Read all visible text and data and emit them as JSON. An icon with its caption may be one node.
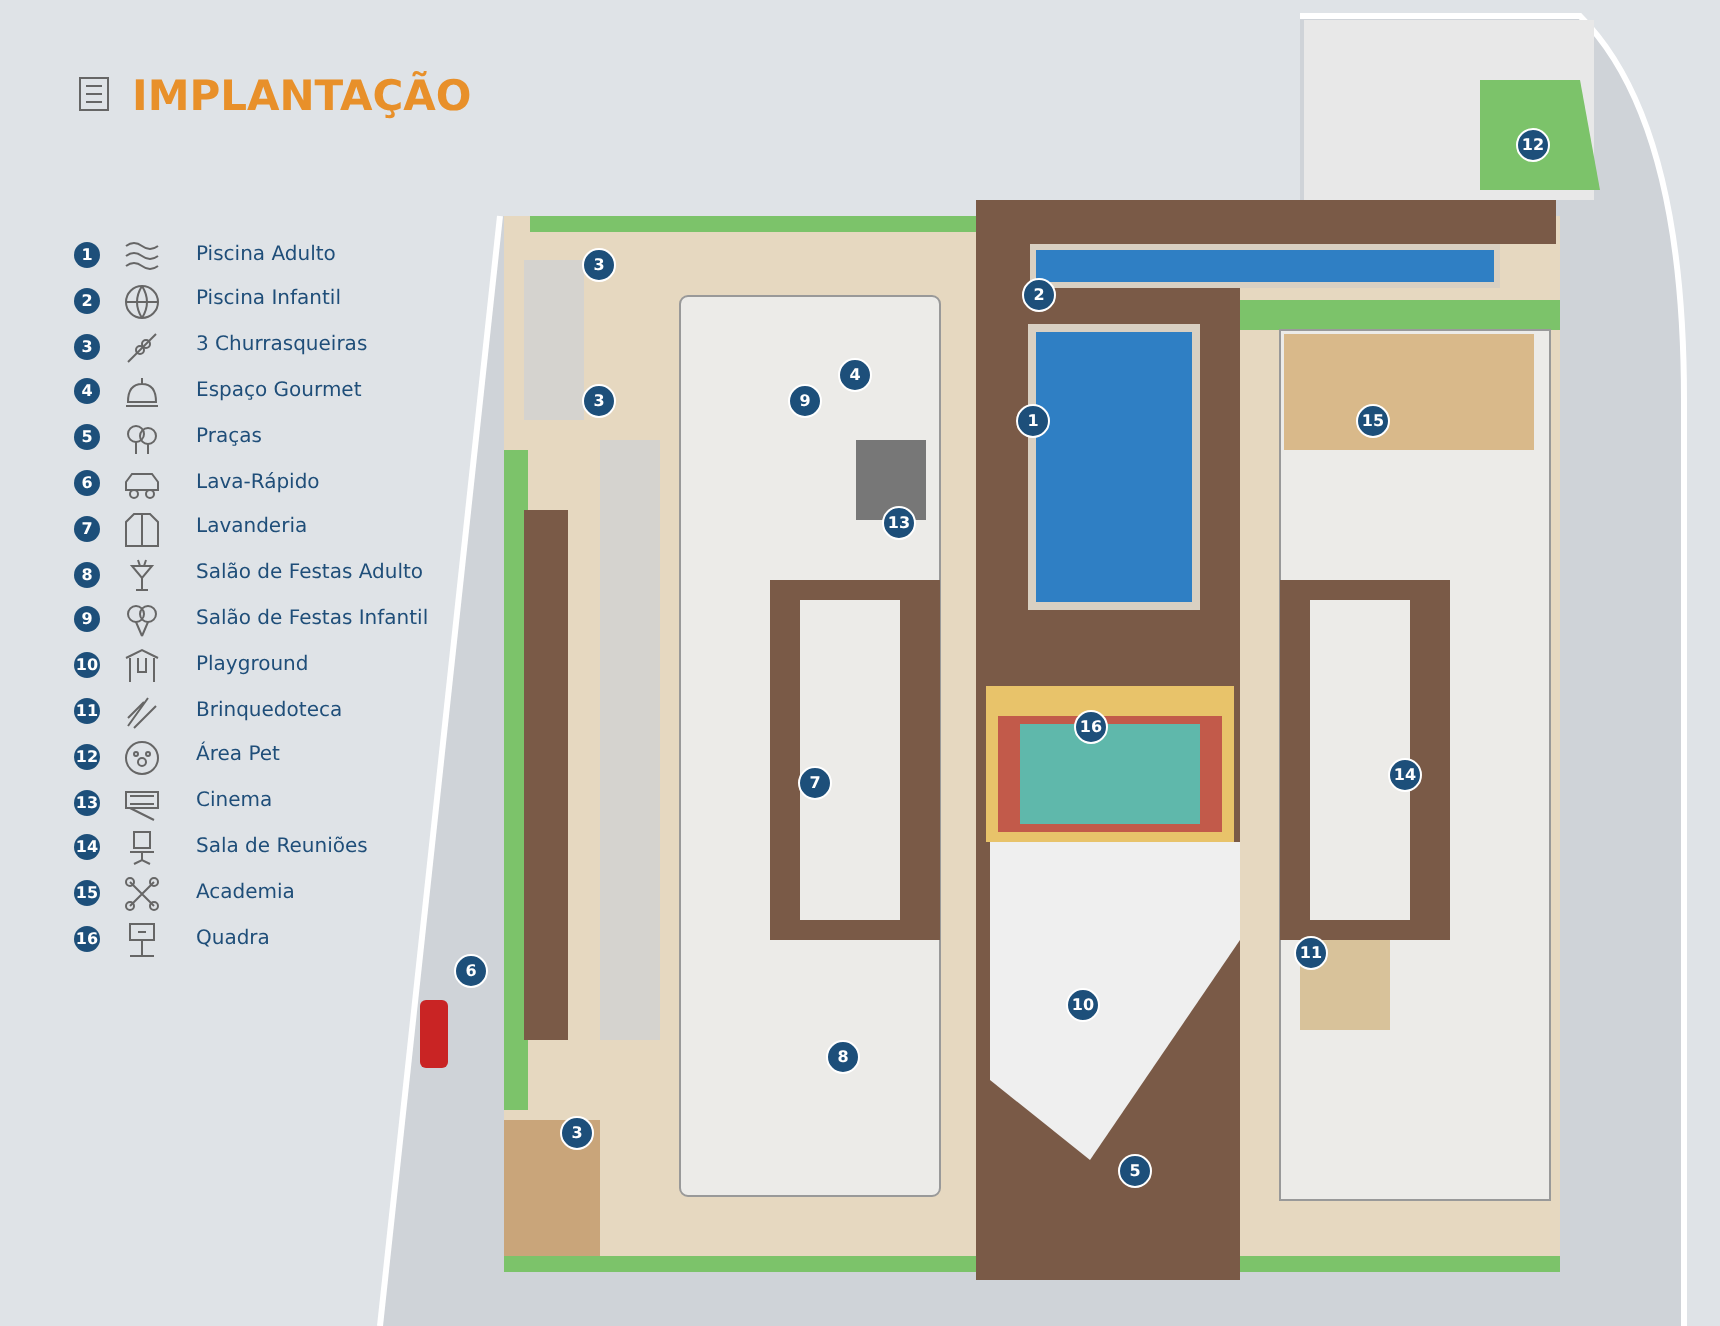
{
  "diagram": {
    "title": "IMPLANTAÇÃO",
    "labels": [
      "1",
      "2",
      "3",
      "4",
      "5",
      "6",
      "7",
      "8",
      "9",
      "10",
      "11",
      "12",
      "13",
      "14",
      "15",
      "16",
      "12",
      "3",
      "2",
      "4",
      "3",
      "9",
      "15",
      "1",
      "13",
      "16",
      "7",
      "14",
      "11",
      "6",
      "10",
      "8",
      "3",
      "5"
    ],
    "legend": [
      {
        "text": "Piscina Adulto"
      },
      {
        "text": "Piscina Infantil"
      },
      {
        "text": "3 Churrasqueiras"
      },
      {
        "text": "Espaço Gourmet"
      },
      {
        "text": "Praças"
      },
      {
        "text": "Lava-Rápido"
      },
      {
        "text": "Lavanderia"
      },
      {
        "text": "Salão de Festas Adulto"
      },
      {
        "text": "Salão de Festas Infantil"
      },
      {
        "text": "Playground"
      },
      {
        "text": "Brinquedoteca"
      },
      {
        "text": "Área Pet"
      },
      {
        "text": "Cinema"
      },
      {
        "text": "Sala de Reuniões"
      },
      {
        "text": "Academia"
      },
      {
        "text": "Quadra"
      }
    ]
  }
}
